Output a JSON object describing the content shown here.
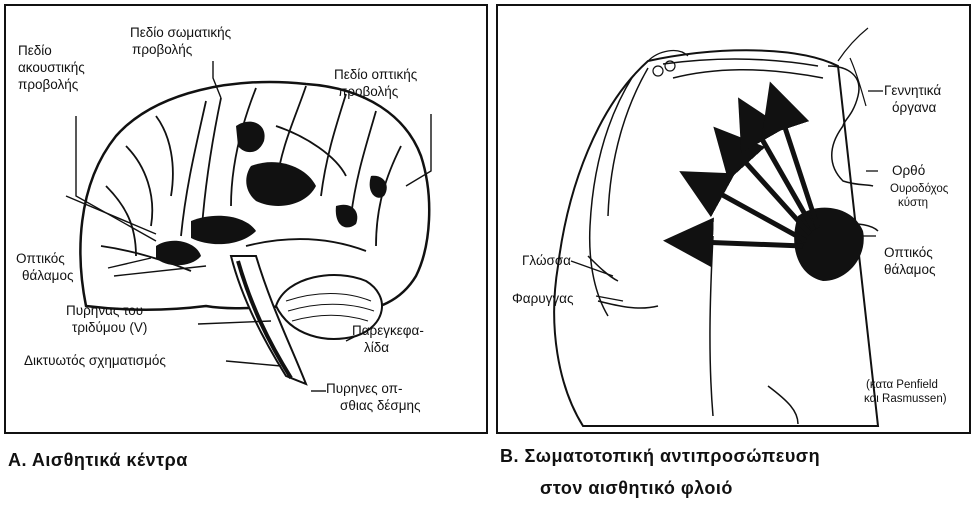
{
  "panel_a": {
    "labels": {
      "auditory": [
        "Πεδίο",
        "ακουστικής",
        "προβολής"
      ],
      "somatic": [
        "Πεδίο σωματικής",
        "προβολής"
      ],
      "visual": [
        "Πεδίο οπτικής",
        "προβολής"
      ],
      "thalamus": [
        "Οπτικός",
        "θάλαμος"
      ],
      "trigeminal": [
        "Πυρηνας του",
        "τριδύμου (V)"
      ],
      "reticular": "Δικτυωτός σχηματισμός",
      "cerebellum": [
        "Παρεγκεφα-",
        "λίδα"
      ],
      "dorsal_column": [
        "Πυρηνες οπ-",
        "σθιας δέσμης"
      ]
    },
    "caption": "Α.  Αισθητικά κέντρα"
  },
  "panel_b": {
    "labels": {
      "genitals": [
        "Γεννητικά",
        "όργανα"
      ],
      "rectum": "Ορθό",
      "bladder": [
        "Ουροδόχος",
        "κύστη"
      ],
      "tongue": "Γλώσσα",
      "pharynx": "Φαρυγγας",
      "thalamus": [
        "Οπτικός",
        "θάλαμος"
      ],
      "credit": [
        "(κατα Penfield",
        "και Rasmussen)"
      ]
    },
    "caption": [
      "Β.  Σωματοτοπική αντιπροσώπευση",
      "στον αισθητικό φλοιό"
    ]
  }
}
